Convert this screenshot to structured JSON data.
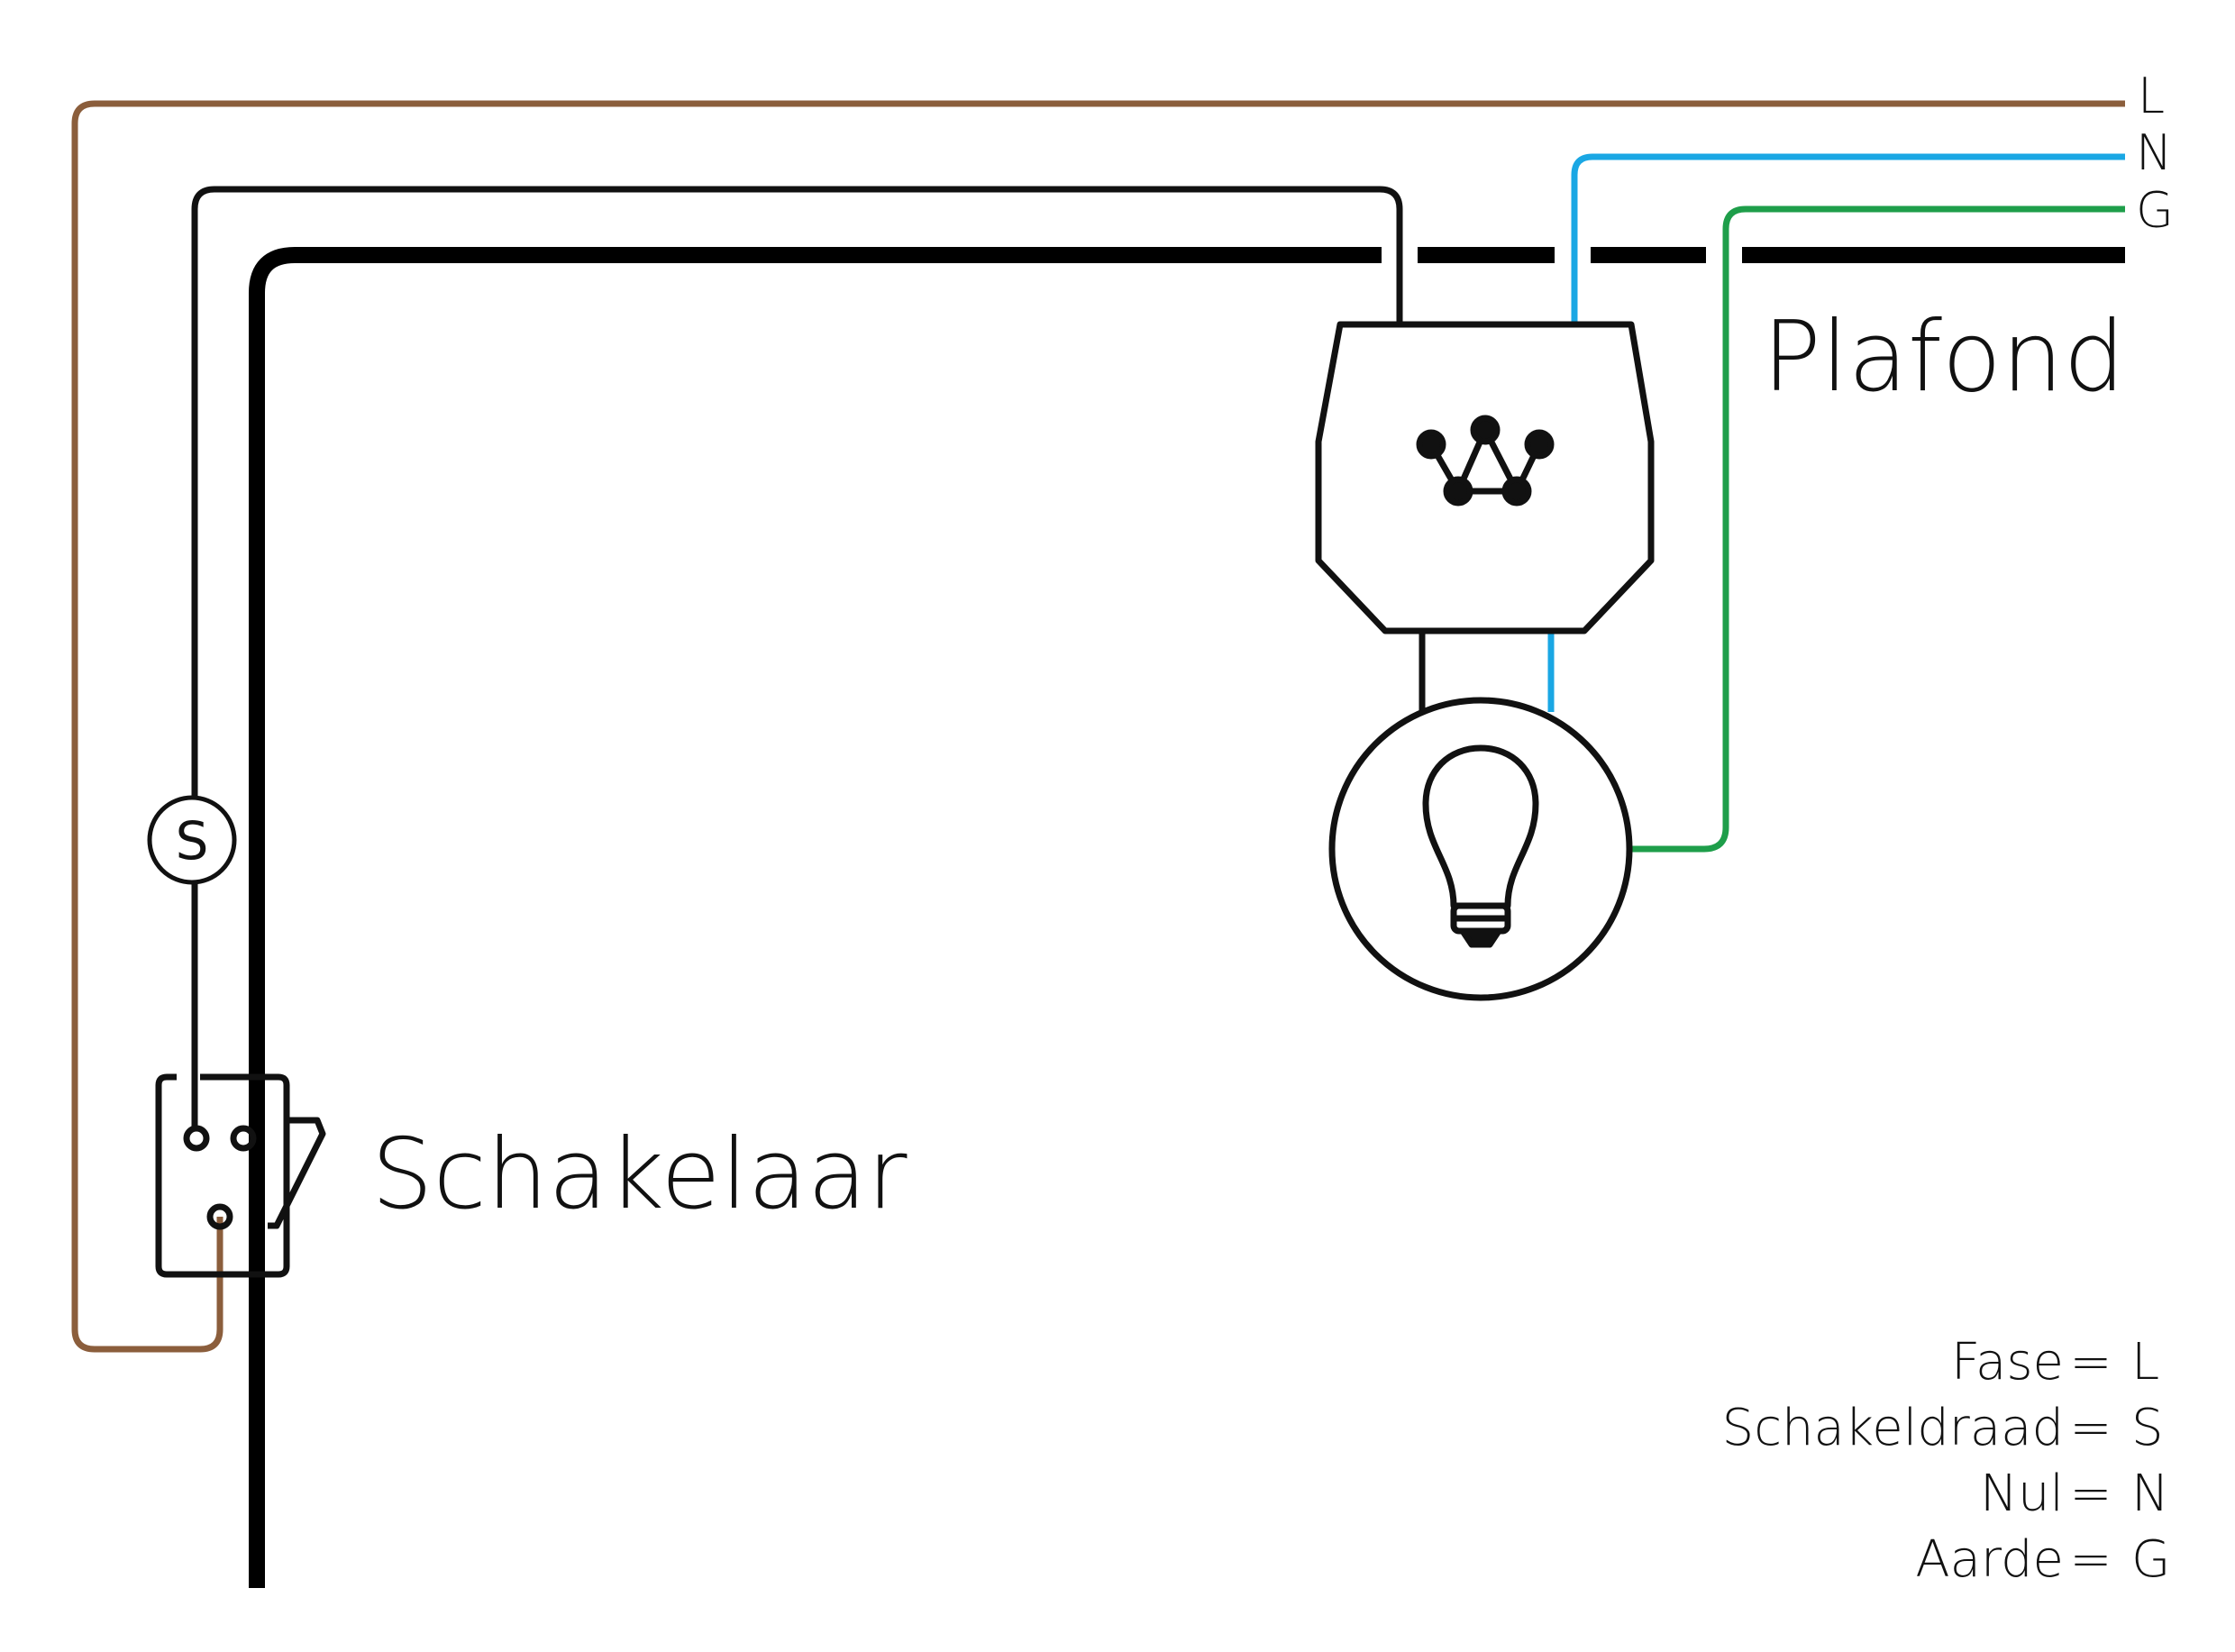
{
  "colors": {
    "phase": "#8B5E3C",
    "neutral": "#1AA7E4",
    "ground": "#1E9E4A",
    "switch_wire": "#111111",
    "conduit": "#000000"
  },
  "labels": {
    "ceiling": "Plafond",
    "switch": "Schakelaar",
    "switch_wire_marker": "S"
  },
  "wire_ends": {
    "L": "L",
    "N": "N",
    "G": "G"
  },
  "legend": [
    {
      "name": "Fase",
      "eq": "=",
      "code": "L"
    },
    {
      "name": "Schakeldraad",
      "eq": "=",
      "code": "S"
    },
    {
      "name": "Nul",
      "eq": "=",
      "code": "N"
    },
    {
      "name": "Aarde",
      "eq": "=",
      "code": "G"
    }
  ],
  "icons": {
    "junction": "wago-connector-icon",
    "lamp": "light-bulb-icon",
    "switch": "wall-switch-icon"
  }
}
